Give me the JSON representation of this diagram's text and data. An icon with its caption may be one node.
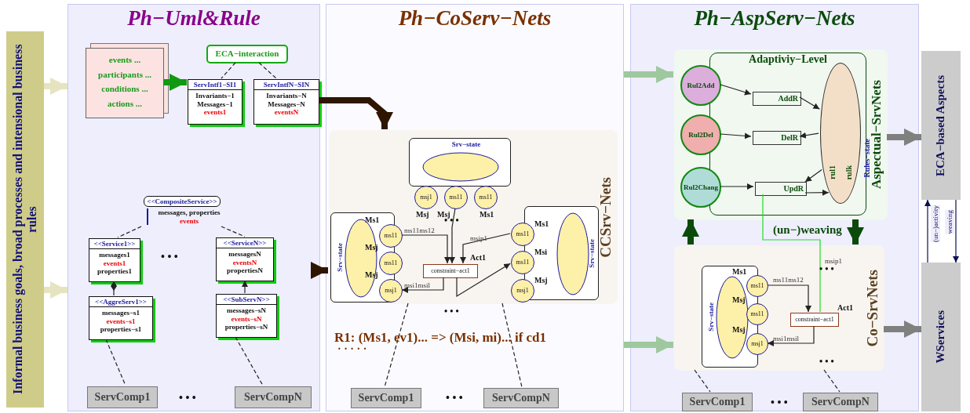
{
  "diagram": {
    "nodes": [
      {
        "text": [
          "Informal business goals,  broad processes and intensional business rules"
        ]
      },
      {
        "text": [
          "Ph−Uml&Rule"
        ]
      },
      {
        "text": [
          "events ...",
          "participants ...",
          "conditions ...",
          "actions ..."
        ],
        "in": 1
      },
      {
        "text": [
          "ECA−interaction"
        ],
        "in": 1
      },
      {
        "text": [
          "ServIntf1−SI1",
          "Invariants−1",
          "Messages−1",
          "events1"
        ],
        "in": 1
      },
      {
        "text": [
          "ServIntfN−SIN",
          "Invariants−N",
          "Messages−N",
          "eventsN"
        ],
        "in": 1
      },
      {
        "text": [
          "<<CompositeService>>",
          "messages, properties",
          "events"
        ],
        "in": 1
      },
      {
        "text": [
          "<<Service1>>",
          "messages1",
          "events1",
          "properties1"
        ],
        "in": 1
      },
      {
        "text": [
          "<<ServiceN>>",
          "messagesN",
          "eventsN",
          "propertiesN"
        ],
        "in": 1
      },
      {
        "text": [
          "<<AggreServ1>>",
          "messages−s1",
          "events−s1",
          "properties−s1"
        ],
        "in": 1
      },
      {
        "text": [
          "<<SubServN>>",
          "messages−sN",
          "events−sN",
          "properties−sN"
        ],
        "in": 1
      },
      {
        "text": [
          "ServComp1"
        ],
        "in": 1
      },
      {
        "text": [
          "ServCompN"
        ],
        "in": 1
      },
      {
        "text": [
          "Ph−CoServ−Nets"
        ]
      },
      {
        "text": [
          "CCSrv−Nets"
        ],
        "in": 13
      },
      {
        "text": [
          "Srv−state"
        ],
        "in": 14
      },
      {
        "text": [
          "msj1"
        ],
        "beside": [
          "Msj"
        ],
        "in": 14
      },
      {
        "text": [
          "ms11"
        ],
        "beside": [
          "Msj"
        ],
        "in": 14
      },
      {
        "text": [
          "ms11"
        ],
        "beside": [
          "Ms1"
        ],
        "in": 14
      },
      {
        "text": [
          "Srv−state"
        ],
        "in": 14
      },
      {
        "text": [
          "ms11"
        ],
        "beside": [
          "Ms1"
        ],
        "in": 14
      },
      {
        "text": [
          "ms11"
        ],
        "beside": [
          "Msj"
        ],
        "in": 14
      },
      {
        "text": [
          "msj1"
        ],
        "beside": [
          "Msj"
        ],
        "in": 14
      },
      {
        "text": [
          "constraint−act1"
        ],
        "beside": [
          "Act1"
        ],
        "in": 14
      },
      {
        "text": [
          "Srv−state"
        ],
        "in": 14
      },
      {
        "text": [
          "ms11"
        ],
        "beside": [
          "Ms1"
        ],
        "in": 14
      },
      {
        "text": [
          "ms11"
        ],
        "beside": [
          "Msi"
        ],
        "in": 14
      },
      {
        "text": [
          "msj1"
        ],
        "beside": [
          "Msj"
        ],
        "in": 14
      },
      {
        "text": [
          "ServComp1"
        ],
        "in": 13
      },
      {
        "text": [
          "ServCompN"
        ],
        "in": 13
      },
      {
        "text": [
          "Ph−AspServ−Nets"
        ]
      },
      {
        "text": [
          "Aspectual−SrvNets"
        ],
        "in": 30
      },
      {
        "text": [
          "Adaptiviy−Level"
        ],
        "in": 31
      },
      {
        "text": [
          "Rul2Add"
        ],
        "in": 31
      },
      {
        "text": [
          "Rul2Del"
        ],
        "in": 31
      },
      {
        "text": [
          "Rul2Chang"
        ],
        "in": 31
      },
      {
        "text": [
          "AddR"
        ],
        "in": 32
      },
      {
        "text": [
          "DelR"
        ],
        "in": 32
      },
      {
        "text": [
          "UpdR"
        ],
        "in": 32
      },
      {
        "text": [
          "rul1",
          "rulk"
        ],
        "beside": [
          "Rules−state"
        ],
        "in": 32
      },
      {
        "text": [
          "Co−SrvNets"
        ],
        "in": 30
      },
      {
        "text": [
          "Srv−state"
        ],
        "in": 40
      },
      {
        "text": [
          "ms11"
        ],
        "beside": [
          "Ms1"
        ],
        "in": 40
      },
      {
        "text": [
          "ms11"
        ],
        "beside": [
          "Msj"
        ],
        "in": 40
      },
      {
        "text": [
          "msj1"
        ],
        "beside": [
          "Msj"
        ],
        "in": 40
      },
      {
        "text": [
          "constraint−act1"
        ],
        "beside": [
          "Act1"
        ],
        "in": 40
      },
      {
        "text": [
          "ServComp1"
        ],
        "in": 30
      },
      {
        "text": [
          "ServCompN"
        ],
        "in": 30
      },
      {
        "text": [
          "ECA−based Aspects"
        ]
      },
      {
        "text": [
          "WServices"
        ]
      }
    ],
    "edges": [
      {
        "from": 0,
        "to": 1,
        "arrow": "to",
        "style": "thick",
        "color": "#e6e4c0"
      },
      {
        "from": 0,
        "to": 1,
        "arrow": "to",
        "style": "thick",
        "color": "#e6e4c0"
      },
      {
        "from": 2,
        "to": 4,
        "arrow": "to",
        "style": "thick",
        "color": "#119911"
      },
      {
        "from": 3,
        "to": 4,
        "arrow": "none",
        "style": "dashed"
      },
      {
        "from": 3,
        "to": 5,
        "arrow": "none",
        "style": "dashed"
      },
      {
        "from": 6,
        "to": 7,
        "arrow": "none",
        "style": "dashed"
      },
      {
        "from": 6,
        "to": 8,
        "arrow": "none",
        "style": "dashed"
      },
      {
        "from": 7,
        "to": 9,
        "arrow": "other"
      },
      {
        "from": 10,
        "to": 8,
        "arrow": "to"
      },
      {
        "from": 9,
        "to": 11,
        "arrow": "none",
        "style": "dashed"
      },
      {
        "from": 10,
        "to": 12,
        "arrow": "none",
        "style": "dashed"
      },
      {
        "from": 5,
        "to": 14,
        "arrow": "to",
        "style": "thick",
        "color": "#2e1500"
      },
      {
        "from": 1,
        "to": 14,
        "arrow": "to",
        "style": "thick",
        "color": "#2e1500"
      },
      {
        "from": 20,
        "to": 23,
        "label": "ms11ms12",
        "arrow": "to"
      },
      {
        "from": 17,
        "to": 23,
        "arrow": "to"
      },
      {
        "from": 25,
        "to": 23,
        "label": "msip1",
        "arrow": "to"
      },
      {
        "from": 23,
        "to": 22,
        "label": "msi1msil",
        "arrow": "to"
      },
      {
        "from": 23,
        "to": 26,
        "arrow": "to"
      },
      {
        "from": 14,
        "to": 28,
        "arrow": "none",
        "style": "dashed"
      },
      {
        "from": 14,
        "to": 29,
        "arrow": "none",
        "style": "dashed"
      },
      {
        "from": 13,
        "to": 31,
        "arrow": "to",
        "style": "thick",
        "color": "#9fc89f"
      },
      {
        "from": 13,
        "to": 40,
        "arrow": "to",
        "style": "thick",
        "color": "#9fc89f"
      },
      {
        "from": 33,
        "to": 36,
        "arrow": "to"
      },
      {
        "from": 36,
        "to": 39,
        "arrow": "to"
      },
      {
        "from": 34,
        "to": 37,
        "arrow": "to"
      },
      {
        "from": 39,
        "to": 37,
        "arrow": "to"
      },
      {
        "from": 35,
        "to": 38,
        "arrow": "to"
      },
      {
        "from": 39,
        "to": 38,
        "arrow": "to"
      },
      {
        "from": 38,
        "to": 39,
        "arrow": "to"
      },
      {
        "from": 42,
        "to": 45,
        "label": "ms11ms12",
        "arrow": "to"
      },
      {
        "from": 38,
        "to": 45,
        "label": "msip1",
        "arrow": "none",
        "color": "#22dd22"
      },
      {
        "from": 45,
        "to": 44,
        "label": "msi1msil",
        "arrow": "to"
      },
      {
        "from": 40,
        "to": 31,
        "arrow": "to",
        "style": "thick",
        "color": "#0b4a0b"
      },
      {
        "from": 31,
        "to": 40,
        "label": "(un−)weaving",
        "arrow": "to",
        "style": "thick",
        "color": "#0b4a0b"
      },
      {
        "from": 40,
        "to": 46,
        "arrow": "none",
        "style": "dashed"
      },
      {
        "from": 40,
        "to": 47,
        "arrow": "none",
        "style": "dashed"
      },
      {
        "from": 31,
        "to": 48,
        "arrow": "to",
        "style": "thick",
        "color": "#808080"
      },
      {
        "from": 40,
        "to": 49,
        "arrow": "to",
        "style": "thick",
        "color": "#808080"
      },
      {
        "from": 49,
        "to": 48,
        "label": "(un−)activity",
        "arrow": "to",
        "color": "#0a1050"
      },
      {
        "from": 48,
        "to": 49,
        "label": "weaving",
        "arrow": "to",
        "color": "#0a1050"
      }
    ],
    "labels": [
      "R1: (Ms1, ev1)... => (Msi,  mi)...  if  cd1",
      "· · · · ·",
      "• • •",
      "• • •",
      "• • •",
      "• • •",
      "• • •",
      "• • •",
      "• • •",
      "• • •"
    ]
  }
}
